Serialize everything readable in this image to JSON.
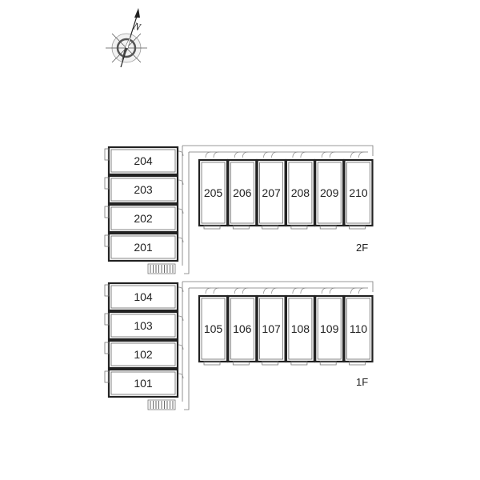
{
  "compass": {
    "north_label": "N",
    "icon": "compass-rose-icon"
  },
  "floors": [
    {
      "label": "2F",
      "left_wing_units": [
        "204",
        "203",
        "202",
        "201"
      ],
      "right_wing_units": [
        "205",
        "206",
        "207",
        "208",
        "209",
        "210"
      ]
    },
    {
      "label": "1F",
      "left_wing_units": [
        "104",
        "103",
        "102",
        "101"
      ],
      "right_wing_units": [
        "105",
        "106",
        "107",
        "108",
        "109",
        "110"
      ]
    }
  ],
  "colors": {
    "wall": "#222222",
    "corridor": "#777777",
    "background": "#ffffff"
  }
}
